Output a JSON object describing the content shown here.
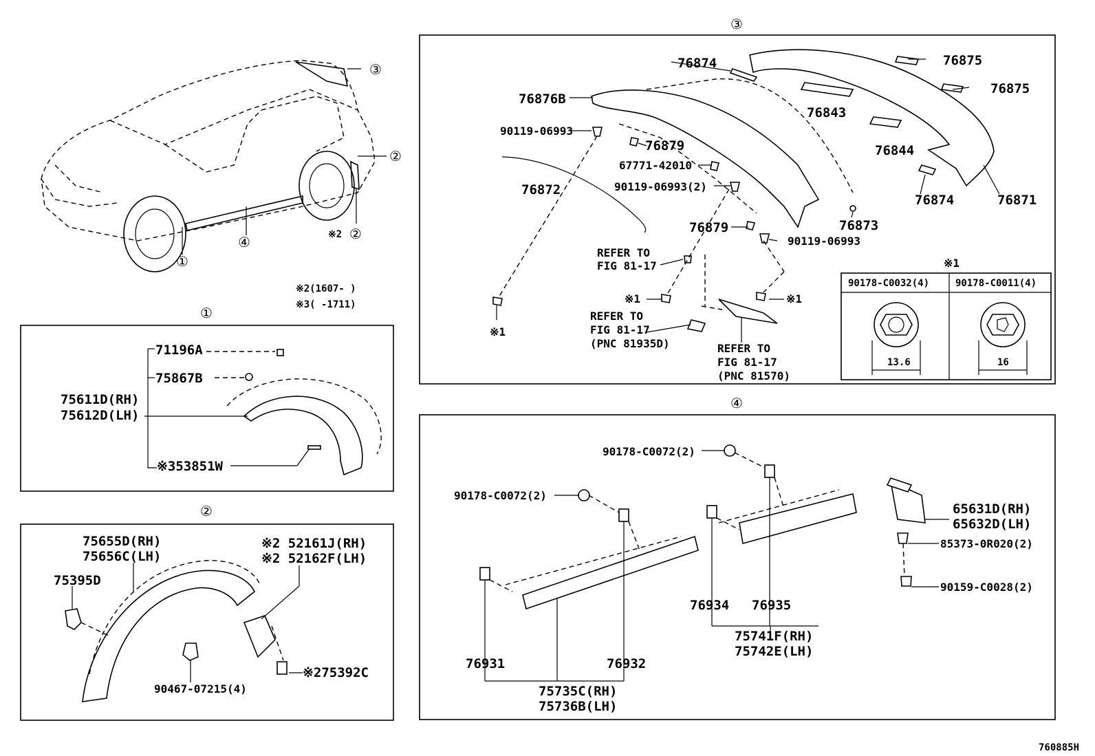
{
  "drawing_id": "760885H",
  "notes": {
    "note2": "※2(1607-     )",
    "note3": "※3(     -1711)"
  },
  "callouts": {
    "c1": "①",
    "c2": "②",
    "c3": "③",
    "c4": "④",
    "x2": "※2"
  },
  "section1": {
    "p71196A": "71196A",
    "p75867B": "75867B",
    "p75611D": "75611D(RH)",
    "p75612D": "75612D(LH)",
    "p53851W": "※353851W"
  },
  "section2": {
    "p75655D": "75655D(RH)",
    "p75656C": "75656C(LH)",
    "p75395D": "75395D",
    "p52161J": "※2 52161J(RH)",
    "p52162F": "※2 52162F(LH)",
    "p90467": "90467-07215(4)",
    "p75392C": "※275392C"
  },
  "section3": {
    "p76874a": "76874",
    "p76876B": "76876B",
    "p90119a": "90119-06993",
    "p76879a": "76879",
    "p67771": "67771-42010",
    "p76872": "76872",
    "p90119b": "90119-06993(2)",
    "p76879b": "76879",
    "p90119c": "90119-06993",
    "refer1a": "REFER TO",
    "refer1b": "FIG 81-17",
    "x1a": "※1",
    "refer2a": "REFER TO",
    "refer2b": "FIG 81-17",
    "refer2c": "(PNC 81935D)",
    "refer3a": "REFER TO",
    "refer3b": "FIG 81-17",
    "refer3c": "(PNC 81570)",
    "x1b": "※1",
    "x1c": "※1",
    "p76875a": "76875",
    "p76875b": "76875",
    "p76843": "76843",
    "p76844": "76844",
    "p76874b": "76874",
    "p76871": "76871",
    "p76873": "76873",
    "inset_title": "※1",
    "inset_a": "90178-C0032(4)",
    "inset_b": "90178-C0011(4)",
    "dim_a": "13.6",
    "dim_b": "16"
  },
  "section4": {
    "p90178a": "90178-C0072(2)",
    "p90178b": "90178-C0072(2)",
    "p65631D": "65631D(RH)",
    "p65632D": "65632D(LH)",
    "p85373": "85373-0R020(2)",
    "p90159": "90159-C0028(2)",
    "p76934": "76934",
    "p76935": "76935",
    "p75741F": "75741F(RH)",
    "p75742E": "75742E(LH)",
    "p76931": "76931",
    "p76932": "76932",
    "p75735C": "75735C(RH)",
    "p75736B": "75736B(LH)"
  }
}
